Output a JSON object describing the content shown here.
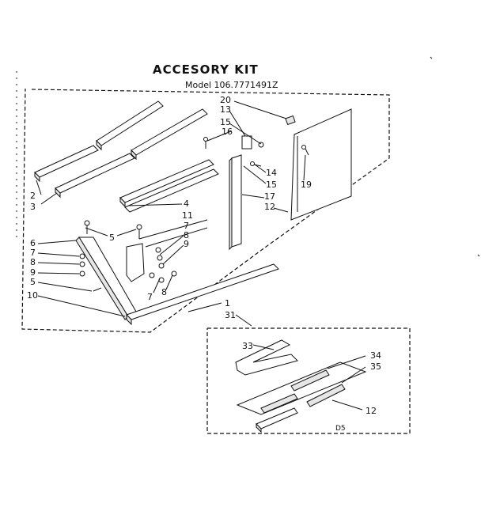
{
  "title": "ACCESORY KIT",
  "model": "Model 106.7771491Z",
  "callouts": {
    "c20": "20",
    "c13": "13",
    "c15a": "15",
    "c16": "16",
    "c14": "14",
    "c15b": "15",
    "c17": "17",
    "c12a": "12",
    "c19": "19",
    "c2": "2",
    "c3": "3",
    "c4": "4",
    "c11": "11",
    "c5a": "5",
    "c7a": "7",
    "c8a": "8",
    "c9a": "9",
    "c6": "6",
    "c7b": "7",
    "c8b": "8",
    "c9b": "9",
    "c5b": "5",
    "c10": "10",
    "c7c": "7",
    "c8c": "8",
    "c1": "1",
    "c31": "31",
    "c33": "33",
    "c34": "34",
    "c35": "35",
    "c12b": "12"
  },
  "diagram_code": "D5"
}
